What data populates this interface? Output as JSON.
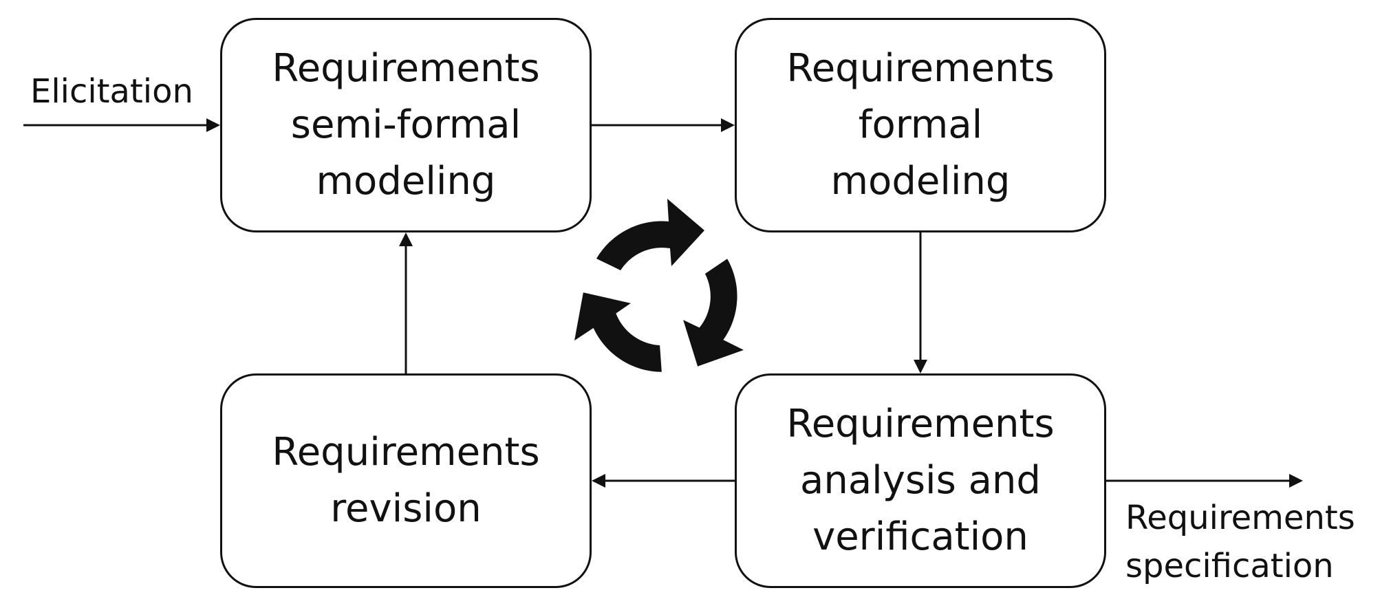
{
  "boxes": {
    "semi_formal": {
      "lines": [
        "Requirements",
        "semi-formal",
        "modeling"
      ]
    },
    "formal": {
      "lines": [
        "Requirements",
        "formal",
        "modeling"
      ]
    },
    "analysis": {
      "lines": [
        "Requirements",
        "analysis and",
        "verification"
      ]
    },
    "revision": {
      "lines": [
        "Requirements",
        "revision"
      ]
    }
  },
  "input_label": "Elicitation",
  "output_label": {
    "lines": [
      "Requirements",
      "specification"
    ]
  },
  "icons": {
    "center": "cycle-arrows-icon"
  },
  "colors": {
    "stroke": "#111111",
    "background": "#ffffff"
  }
}
